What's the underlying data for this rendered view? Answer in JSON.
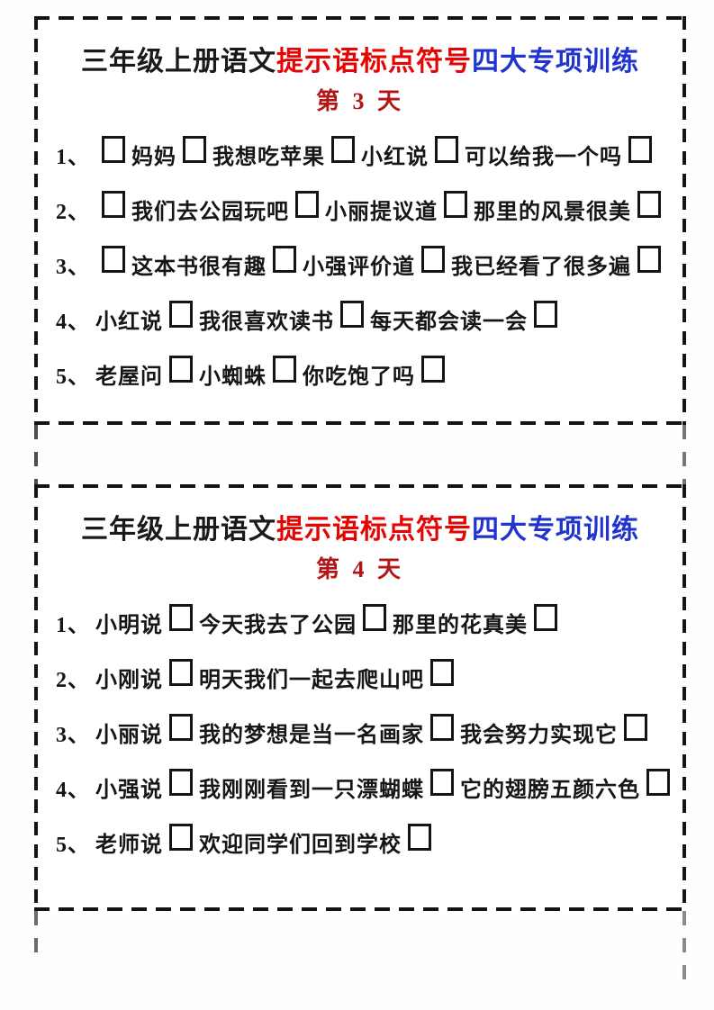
{
  "doc": {
    "title": {
      "part_black": "三年级上册语文",
      "part_red": "提示语标点符号",
      "part_blue": "四大专项训练"
    },
    "colors": {
      "title_black": "#1a1a1a",
      "title_red": "#e60505",
      "title_blue": "#2135cd",
      "day_red": "#b31616",
      "box_border": "#141414"
    },
    "cards": [
      {
        "day": "第 3 天",
        "exercises": [
          {
            "num": "1、",
            "segments": [
              {
                "t": "box"
              },
              {
                "t": "txt",
                "v": "妈妈"
              },
              {
                "t": "box"
              },
              {
                "t": "txt",
                "v": "我想吃苹果"
              },
              {
                "t": "box"
              },
              {
                "t": "txt",
                "v": "小红说"
              },
              {
                "t": "box"
              },
              {
                "t": "txt",
                "v": "可以给我一个吗"
              },
              {
                "t": "box"
              }
            ]
          },
          {
            "num": "2、",
            "segments": [
              {
                "t": "box"
              },
              {
                "t": "txt",
                "v": "我们去公园玩吧"
              },
              {
                "t": "box"
              },
              {
                "t": "txt",
                "v": "小丽提议道"
              },
              {
                "t": "box"
              },
              {
                "t": "txt",
                "v": "那里的风景很美"
              },
              {
                "t": "box"
              }
            ]
          },
          {
            "num": "3、",
            "segments": [
              {
                "t": "box"
              },
              {
                "t": "txt",
                "v": "这本书很有趣"
              },
              {
                "t": "box"
              },
              {
                "t": "txt",
                "v": "小强评价道"
              },
              {
                "t": "box"
              },
              {
                "t": "txt",
                "v": "我已经看了很多遍"
              },
              {
                "t": "box"
              }
            ]
          },
          {
            "num": "4、",
            "segments": [
              {
                "t": "txt",
                "v": "小红说"
              },
              {
                "t": "box"
              },
              {
                "t": "txt",
                "v": "我很喜欢读书"
              },
              {
                "t": "box"
              },
              {
                "t": "txt",
                "v": "每天都会读一会"
              },
              {
                "t": "box"
              }
            ]
          },
          {
            "num": "5、",
            "segments": [
              {
                "t": "txt",
                "v": "老屋问"
              },
              {
                "t": "box"
              },
              {
                "t": "txt",
                "v": "小蜘蛛"
              },
              {
                "t": "box"
              },
              {
                "t": "txt",
                "v": "你吃饱了吗"
              },
              {
                "t": "box"
              }
            ]
          }
        ]
      },
      {
        "day": "第 4 天",
        "exercises": [
          {
            "num": "1、",
            "segments": [
              {
                "t": "txt",
                "v": "小明说"
              },
              {
                "t": "box"
              },
              {
                "t": "txt",
                "v": "今天我去了公园"
              },
              {
                "t": "box"
              },
              {
                "t": "txt",
                "v": "那里的花真美"
              },
              {
                "t": "box"
              }
            ]
          },
          {
            "num": "2、",
            "segments": [
              {
                "t": "txt",
                "v": "小刚说"
              },
              {
                "t": "box"
              },
              {
                "t": "txt",
                "v": "明天我们一起去爬山吧"
              },
              {
                "t": "box"
              }
            ]
          },
          {
            "num": "3、",
            "segments": [
              {
                "t": "txt",
                "v": "小丽说"
              },
              {
                "t": "box"
              },
              {
                "t": "txt",
                "v": "我的梦想是当一名画家"
              },
              {
                "t": "box"
              },
              {
                "t": "txt",
                "v": "我会努力实现它"
              },
              {
                "t": "box"
              }
            ]
          },
          {
            "num": "4、",
            "segments": [
              {
                "t": "txt",
                "v": "小强说"
              },
              {
                "t": "box"
              },
              {
                "t": "txt",
                "v": "我刚刚看到一只漂蝴蝶"
              },
              {
                "t": "box"
              },
              {
                "t": "txt",
                "v": "它的翅膀五颜六色"
              },
              {
                "t": "box"
              }
            ]
          },
          {
            "num": "5、",
            "segments": [
              {
                "t": "txt",
                "v": "老师说"
              },
              {
                "t": "box"
              },
              {
                "t": "txt",
                "v": "欢迎同学们回到学校"
              },
              {
                "t": "box"
              }
            ]
          }
        ]
      }
    ]
  }
}
